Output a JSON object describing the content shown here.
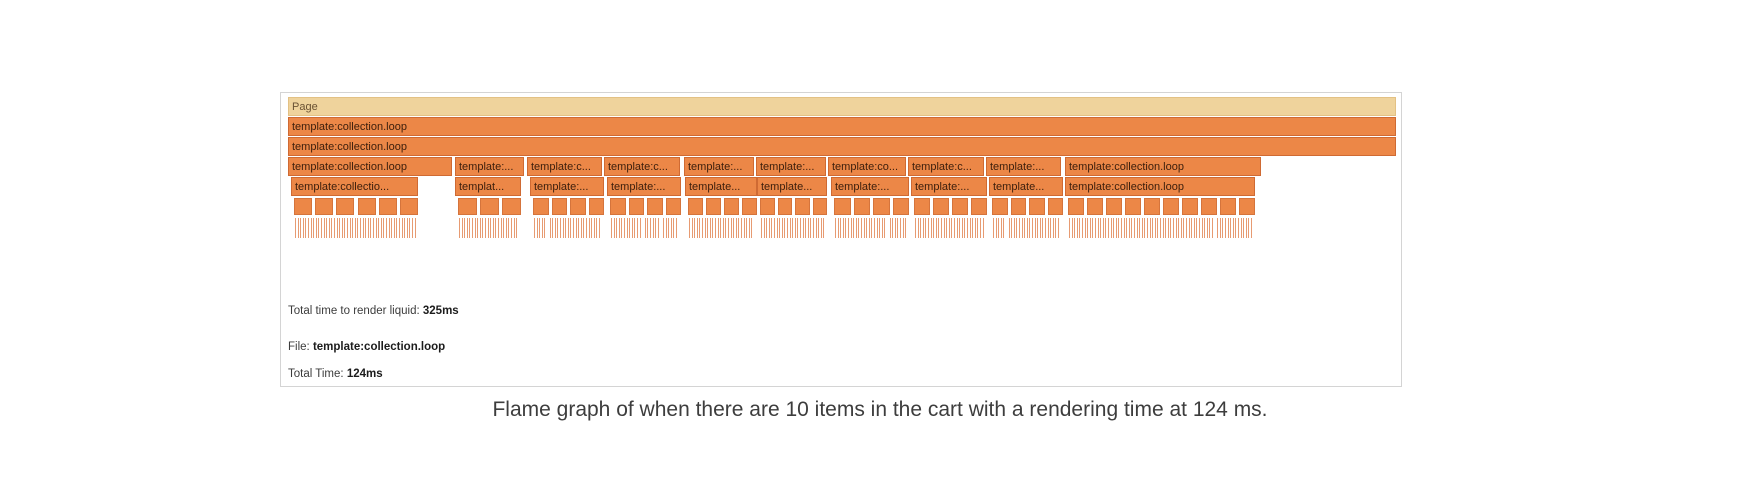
{
  "flame": {
    "root_label": "Page",
    "rows": [
      [
        "template:collection.loop"
      ],
      [
        "template:collection.loop"
      ],
      [
        "template:collection.loop",
        "template:...",
        "template:c...",
        "template:c...",
        "template:...",
        "template:...",
        "template:co...",
        "template:c...",
        "template:...",
        "template:collection.loop"
      ],
      [
        "template:collectio...",
        "templat...",
        "template:...",
        "template:...",
        "template...",
        "template...",
        "template:...",
        "template:...",
        "template...",
        "template:collection.loop"
      ]
    ]
  },
  "info": {
    "total_render_label": "Total time to render liquid:",
    "total_render_value": "325ms",
    "file_label": "File:",
    "file_value": "template:collection.loop",
    "total_time_label": "Total Time:",
    "total_time_value": "124ms"
  },
  "caption": "Flame graph of when there are 10 items in the cart with a rendering time at 124 ms."
}
